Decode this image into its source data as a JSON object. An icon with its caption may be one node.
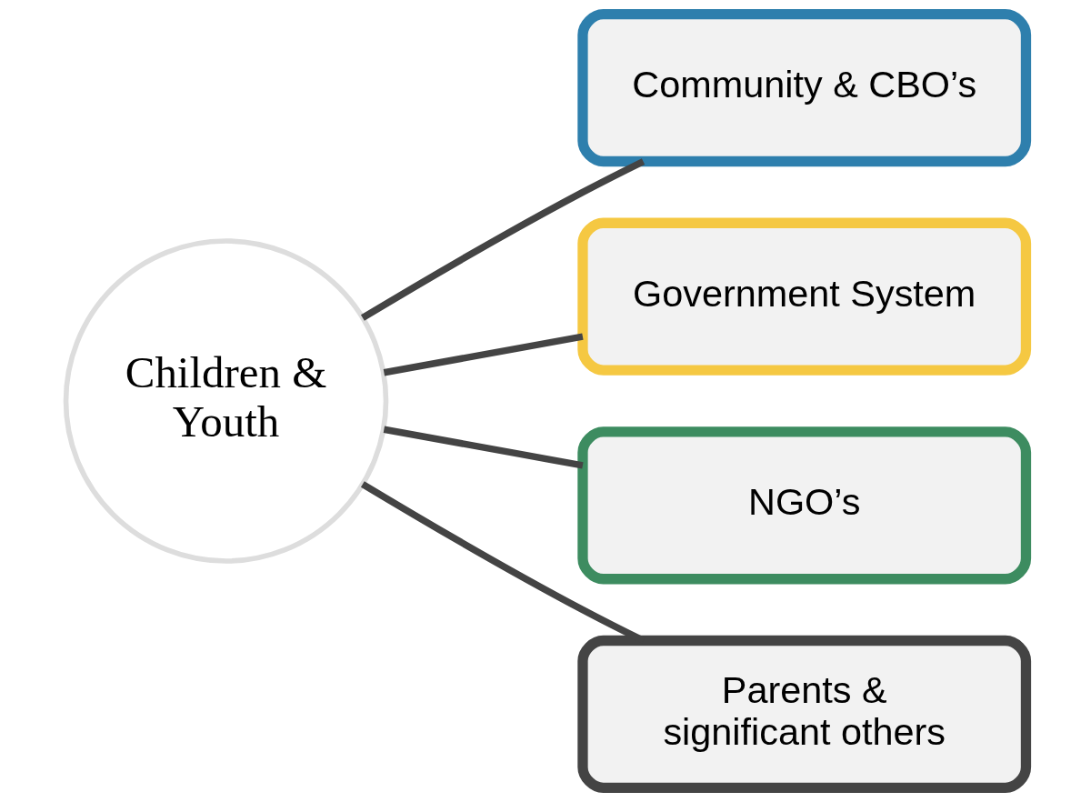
{
  "diagram": {
    "nodes": [
      {
        "text": [
          "Children & Youth"
        ]
      },
      {
        "text": [
          "Community & CBO’s"
        ]
      },
      {
        "text": [
          "Government System"
        ]
      },
      {
        "text": [
          "NGO’s"
        ]
      },
      {
        "text": [
          "Parents & significant others"
        ]
      }
    ],
    "edges": [
      {
        "from": 0,
        "to": 1,
        "arrow": "none"
      },
      {
        "from": 0,
        "to": 2,
        "arrow": "none"
      },
      {
        "from": 0,
        "to": 3,
        "arrow": "none"
      },
      {
        "from": 0,
        "to": 4,
        "arrow": "none"
      }
    ]
  }
}
